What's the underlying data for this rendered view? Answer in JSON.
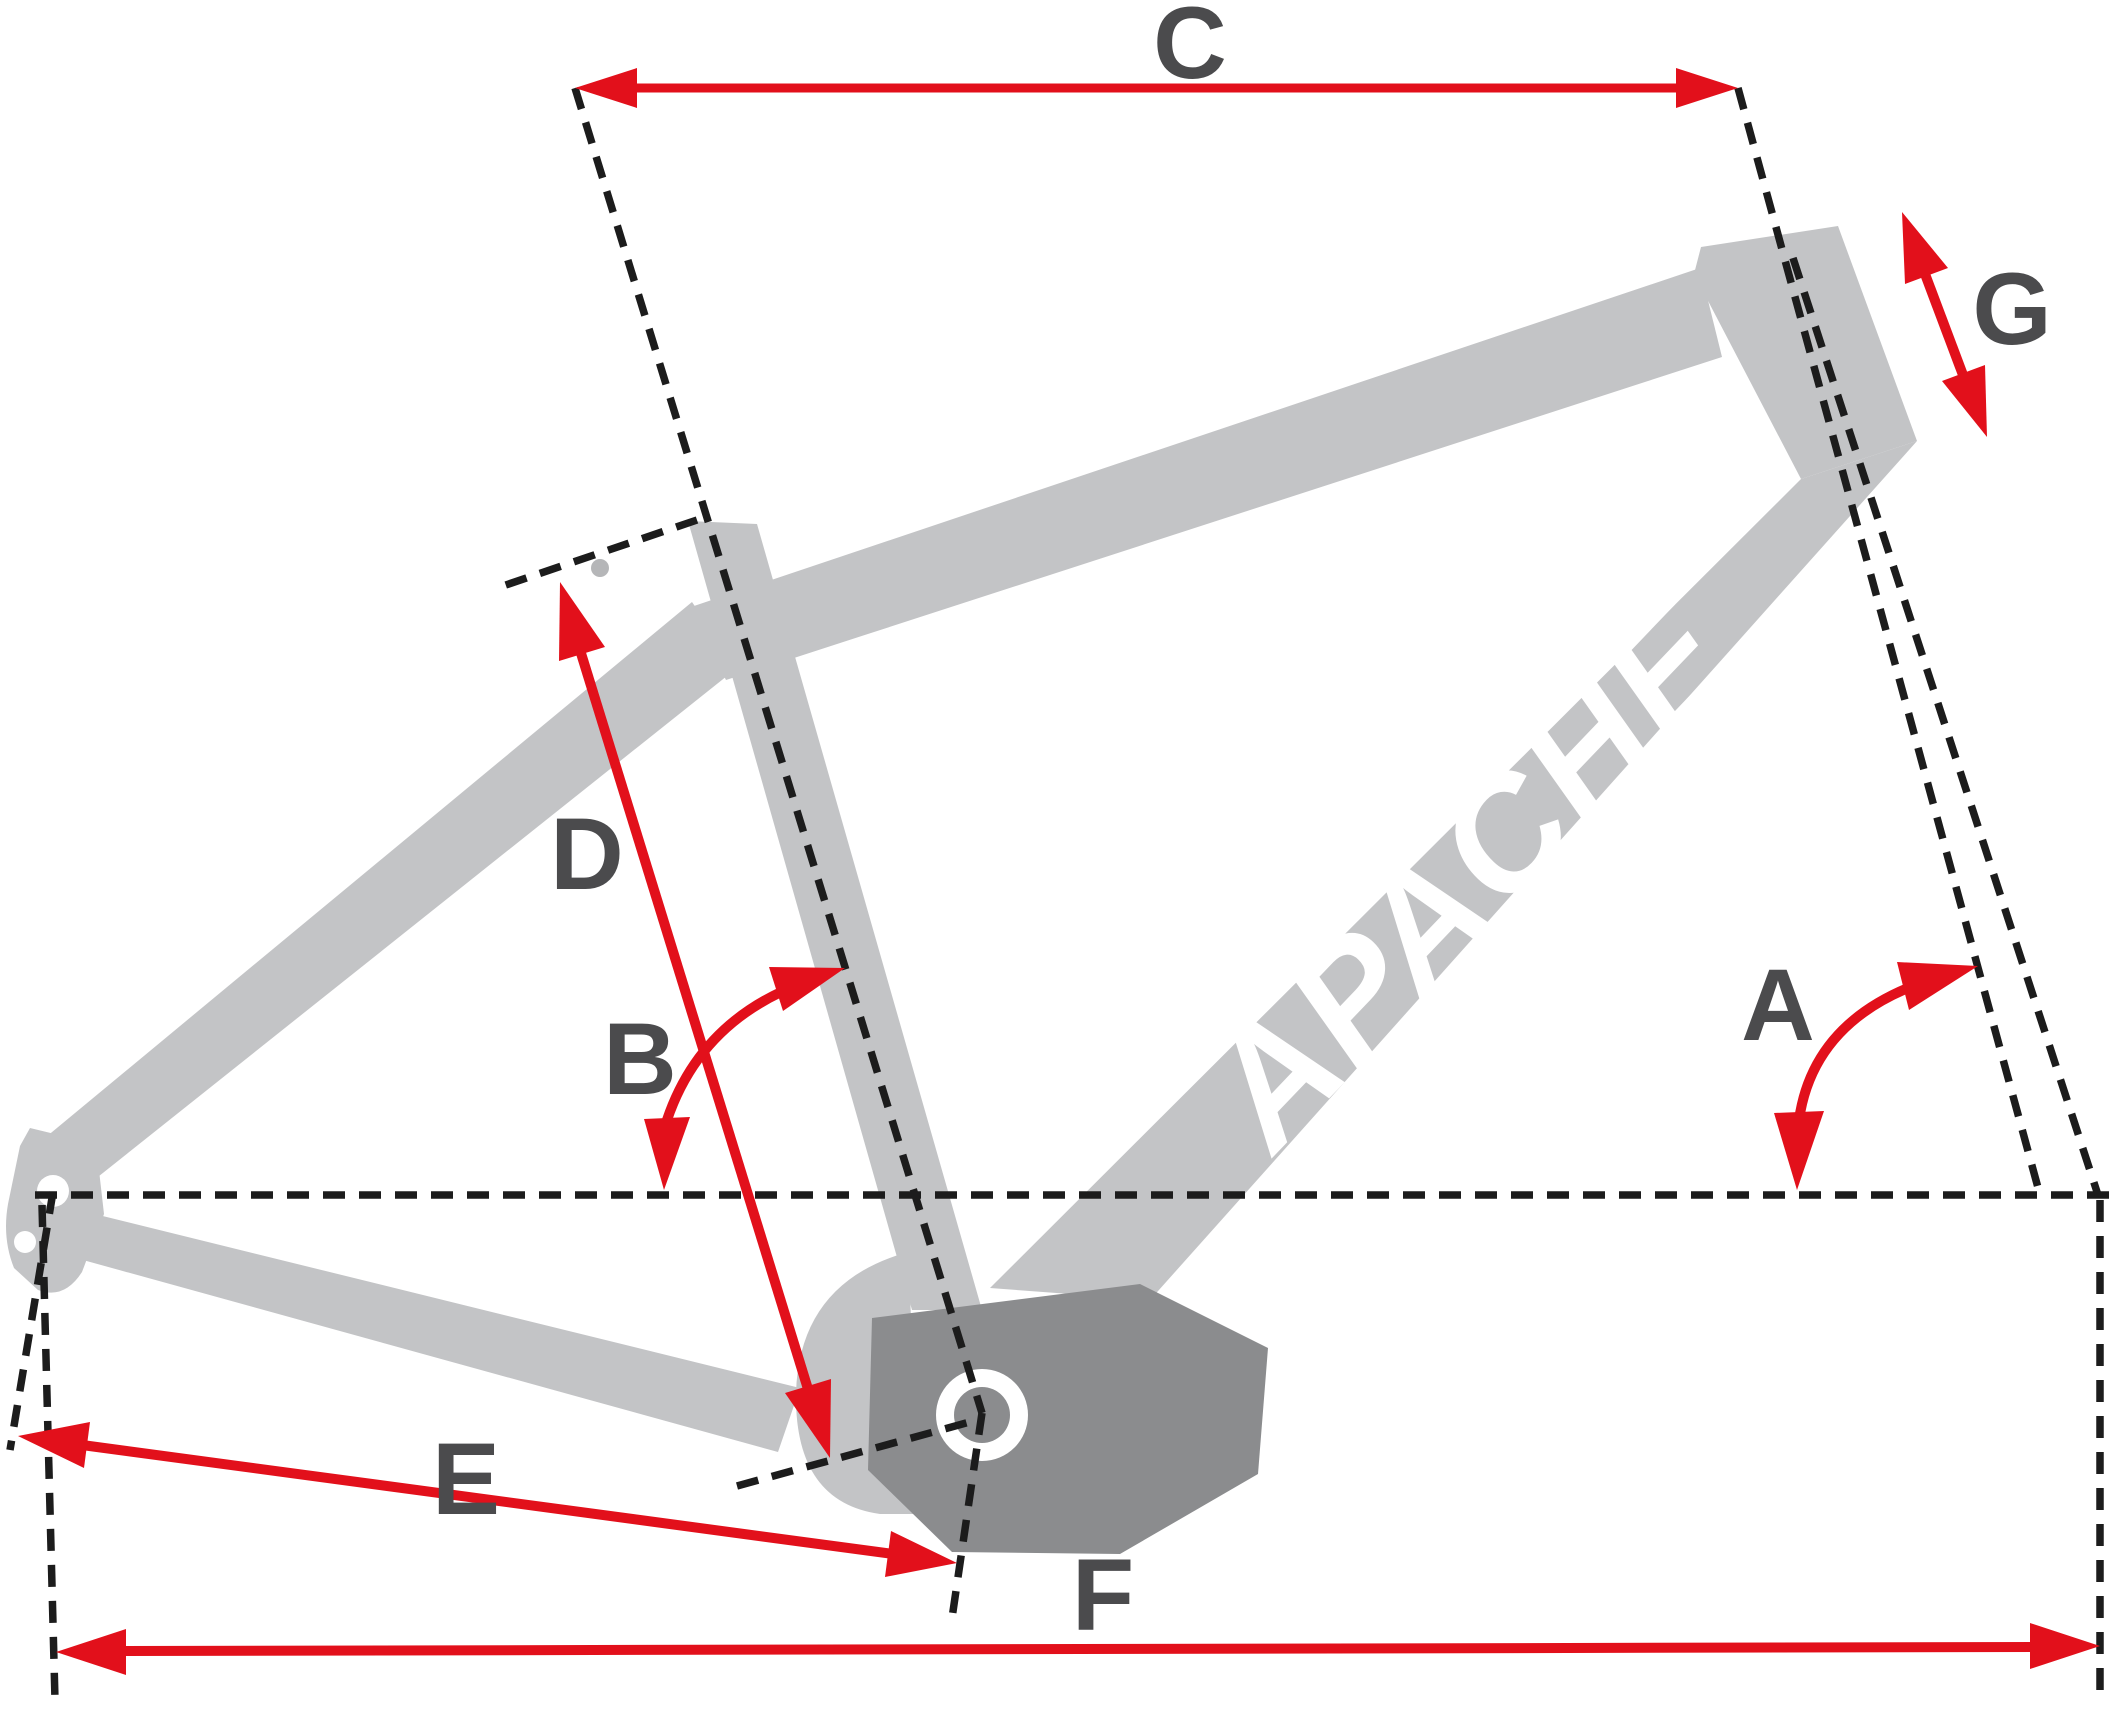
{
  "diagram": {
    "kind": "bicycle-frame-geometry-diagram",
    "brand_logo": "APACHE"
  },
  "colors": {
    "accent_red": "#e2101b",
    "frame_gray": "#c3c4c6",
    "motor_gray": "#8b8c8e",
    "label_gray": "#4b4b4d",
    "dash_black": "#1c1c1c",
    "logo_white": "#ffffff",
    "background": "#ffffff"
  },
  "measurements": {
    "A": {
      "label": "A",
      "marker": "angle-arc-double-arrow"
    },
    "B": {
      "label": "B",
      "marker": "angle-arc-double-arrow"
    },
    "C": {
      "label": "C",
      "marker": "linear-double-arrow"
    },
    "D": {
      "label": "D",
      "marker": "linear-double-arrow"
    },
    "E": {
      "label": "E",
      "marker": "linear-double-arrow"
    },
    "F": {
      "label": "F",
      "marker": "linear-double-arrow"
    },
    "G": {
      "label": "G",
      "marker": "linear-double-arrow"
    }
  }
}
